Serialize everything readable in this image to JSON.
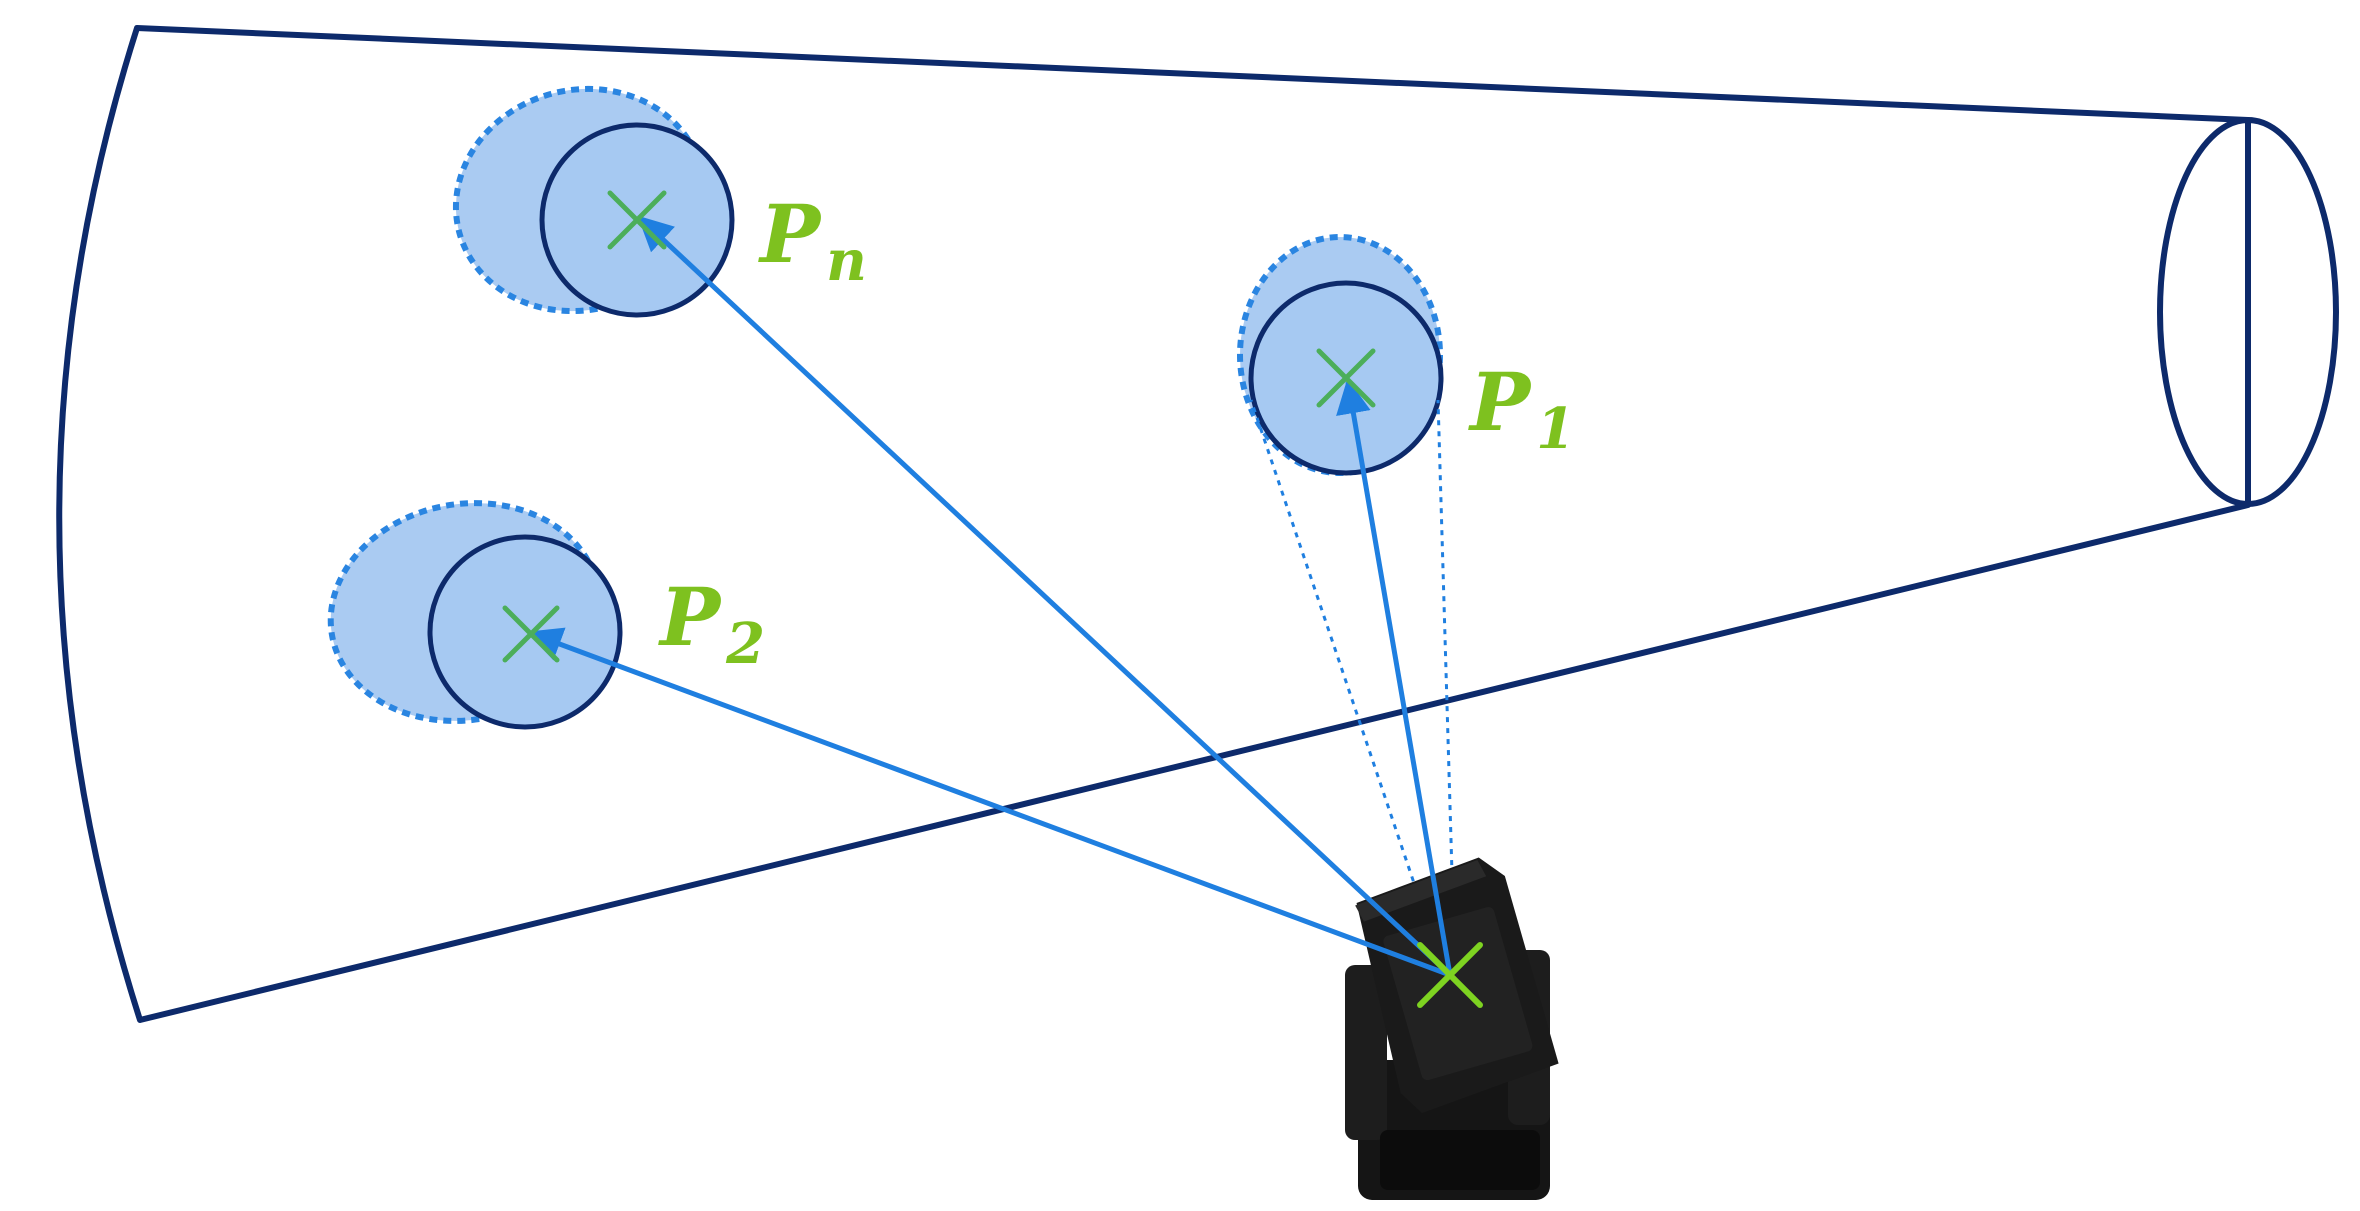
{
  "colors": {
    "outline": "#0d2a6b",
    "arrow": "#1f7fe0",
    "fill": "#a6c9f2",
    "cross_center": "#4cae5a",
    "cross_robot": "#7ed321",
    "label": "#7ec11f",
    "robot": "#151515"
  },
  "points": [
    {
      "letter": "P",
      "sub": "n"
    },
    {
      "letter": "P",
      "sub": "1"
    },
    {
      "letter": "P",
      "sub": "2"
    }
  ],
  "icons": {
    "robot": "robot-camera-icon",
    "cross": "cross-marker-icon"
  }
}
